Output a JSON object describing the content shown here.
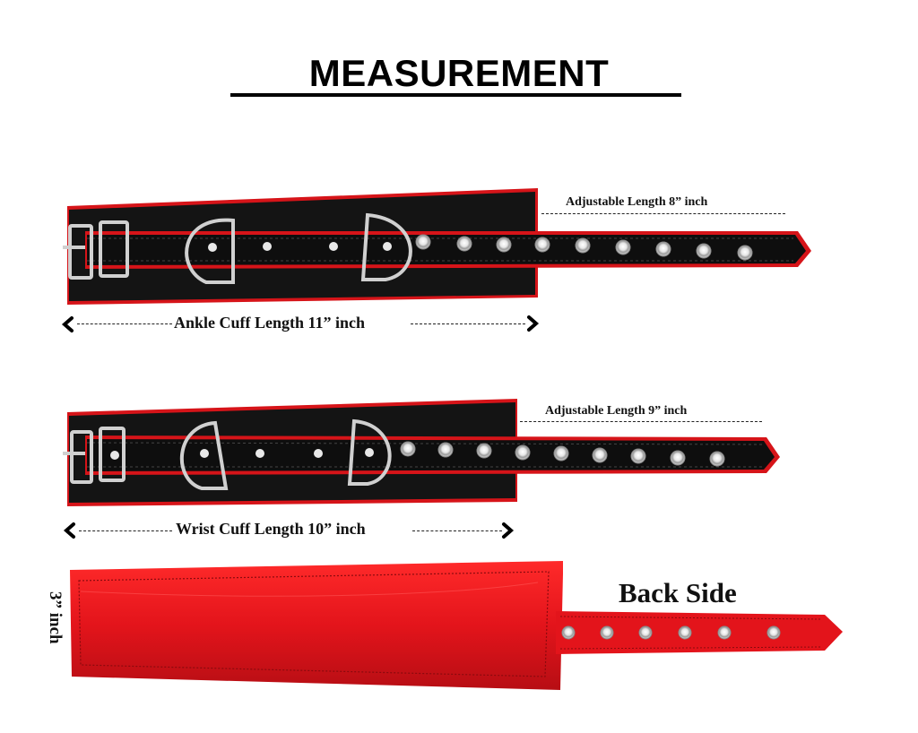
{
  "title": "MEASUREMENT",
  "ankle": {
    "adjustable": "Adjustable Length  8” inch",
    "length": "Ankle Cuff  Length 11” inch"
  },
  "wrist": {
    "adjustable": "Adjustable Length 9” inch",
    "length": "Wrist Cuff  Length 10” inch"
  },
  "back": {
    "label": "Back Side",
    "width": "3” inch"
  },
  "colors": {
    "leather_black": "#111111",
    "leather_red": "#e3141b",
    "metal": "#c9c9c9"
  }
}
